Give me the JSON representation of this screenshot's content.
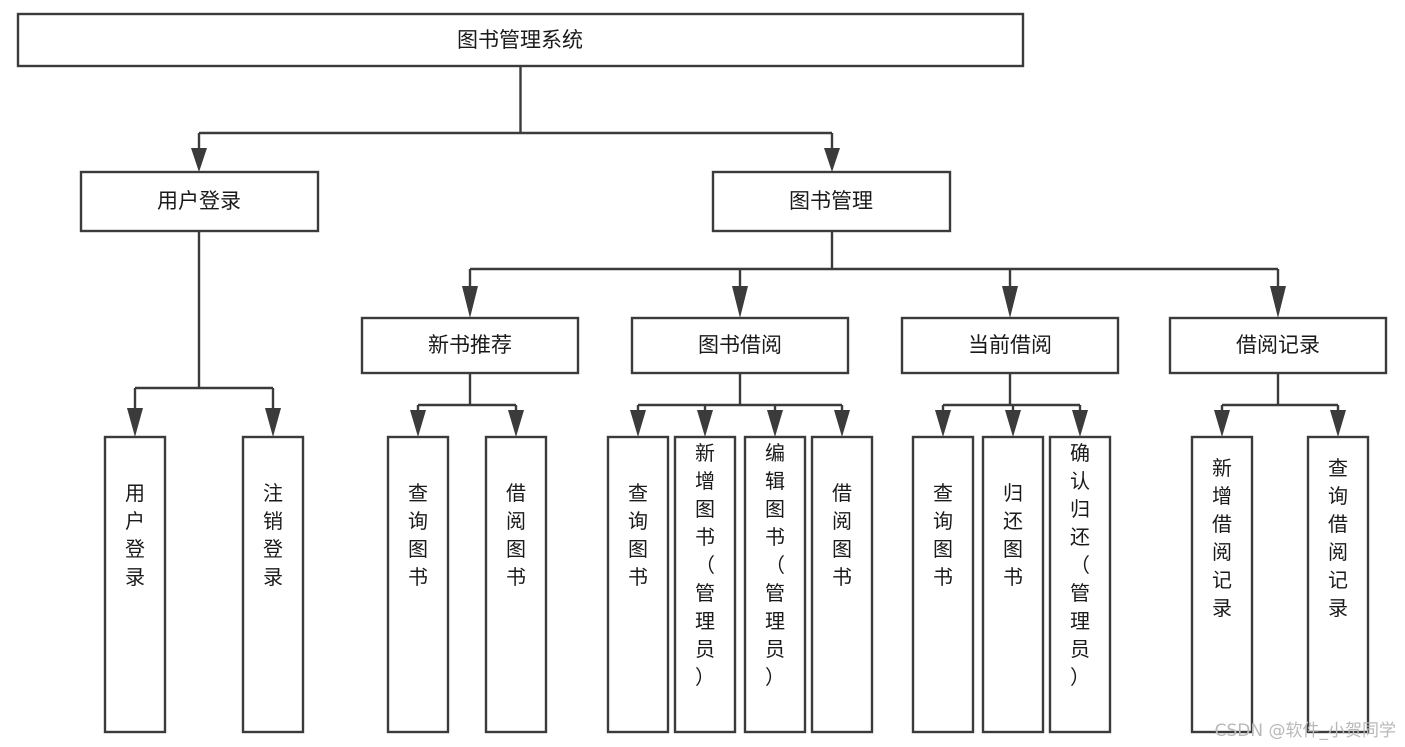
{
  "diagram": {
    "title": "图书管理系统",
    "type": "hierarchy-tree",
    "orientation": "top-down",
    "colors": {
      "box_stroke": "#3b3b3b",
      "box_fill": "#ffffff",
      "text": "#1a1a1a",
      "watermark": "#b9b9b9",
      "background": "#ffffff"
    },
    "levels": {
      "root": {
        "label": "图书管理系统"
      },
      "level2": [
        {
          "label": "用户登录"
        },
        {
          "label": "图书管理"
        }
      ],
      "level3": [
        {
          "label": "新书推荐"
        },
        {
          "label": "图书借阅"
        },
        {
          "label": "当前借阅"
        },
        {
          "label": "借阅记录"
        }
      ],
      "leaves": {
        "user_login": [
          {
            "label": "用户登录"
          },
          {
            "label": "注销登录"
          }
        ],
        "new_book_recommend": [
          {
            "label": "查询图书"
          },
          {
            "label": "借阅图书"
          }
        ],
        "book_borrow": [
          {
            "label": "查询图书"
          },
          {
            "label": "新增图书（管理员）"
          },
          {
            "label": "编辑图书（管理员）"
          },
          {
            "label": "借阅图书"
          }
        ],
        "current_borrow": [
          {
            "label": "查询图书"
          },
          {
            "label": "归还图书"
          },
          {
            "label": "确认归还（管理员）"
          }
        ],
        "borrow_record": [
          {
            "label": "新增借阅记录"
          },
          {
            "label": "查询借阅记录"
          }
        ]
      }
    }
  },
  "watermark": {
    "text": "CSDN @软件_小贺同学"
  }
}
